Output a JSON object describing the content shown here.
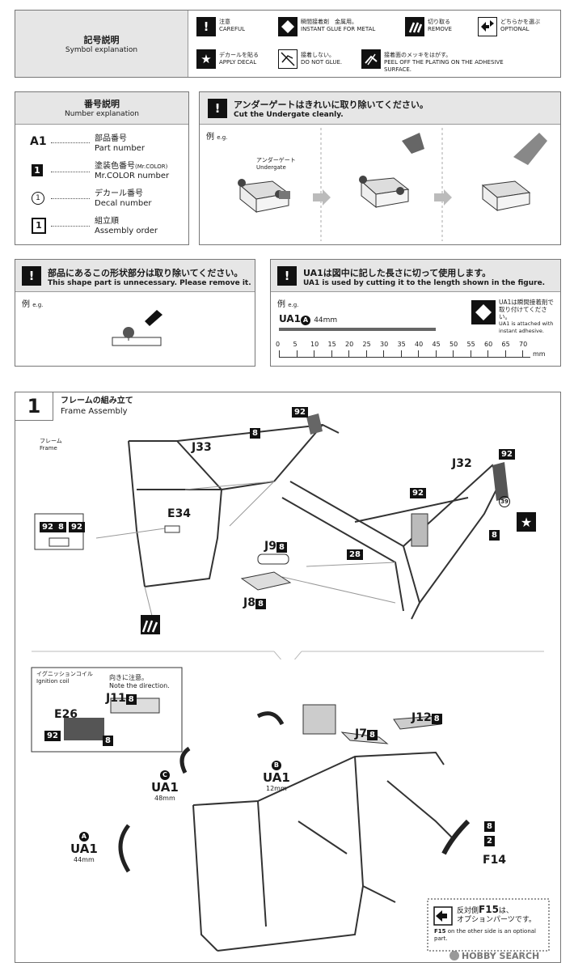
{
  "symbols": {
    "title_jp": "記号説明",
    "title_en": "Symbol explanation",
    "items": [
      {
        "icon": "exclamation-icon",
        "jp": "注意",
        "en": "CAREFUL"
      },
      {
        "icon": "diamond-glue-icon",
        "jp": "瞬間接着剤　金属用。",
        "en": "INSTANT GLUE FOR METAL"
      },
      {
        "icon": "remove-icon",
        "jp": "切り取る",
        "en": "REMOVE"
      },
      {
        "icon": "optional-arrows-icon",
        "jp": "どちらかを選ぶ",
        "en": "OPTIONAL"
      },
      {
        "icon": "star-icon",
        "jp": "デカールを貼る",
        "en": "APPLY DECAL"
      },
      {
        "icon": "no-glue-icon",
        "jp": "接着しない。",
        "en": "DO NOT GLUE."
      },
      {
        "icon": "peel-plating-icon",
        "jp": "接着面のメッキをはがす。",
        "en": "PEEL OFF THE PLATING ON THE ADHESIVE SURFACE."
      }
    ]
  },
  "numbers": {
    "title_jp": "番号説明",
    "title_en": "Number explanation",
    "items": [
      {
        "sample": "A1",
        "jp": "部品番号",
        "en": "Part number"
      },
      {
        "sample": "1",
        "jp": "塗装色番号",
        "jp_small": "(Mr.COLOR)",
        "en": "Mr.COLOR number"
      },
      {
        "sample": "1",
        "jp": "デカール番号",
        "en": "Decal number"
      },
      {
        "sample": "1",
        "jp": "組立順",
        "en": "Assembly order"
      }
    ]
  },
  "undergate": {
    "jp": "アンダーゲートはきれいに取り除いてください。",
    "en": "Cut the Undergate cleanly.",
    "eg_jp": "例",
    "eg_en": "e.g.",
    "label_jp": "アンダーゲート",
    "label_en": "Undergate"
  },
  "unnecessary": {
    "jp": "部品にあるこの形状部分は取り除いてください。",
    "en": "This shape part is unnecessary. Please remove it.",
    "eg_jp": "例",
    "eg_en": "e.g."
  },
  "ua1": {
    "jp": "UA1は図中に記した長さに切って使用します。",
    "en": "UA1 is used by cutting it to the length shown in the figure.",
    "eg_jp": "例",
    "eg_en": "e.g.",
    "part": "UA1",
    "part_letter": "A",
    "length": "44mm",
    "note_jp": "UA1は瞬間接着剤で取り付けてください。",
    "note_en": "UA1 is attached with instant adhesive.",
    "ruler_ticks": [
      "0",
      "5",
      "10",
      "15",
      "20",
      "25",
      "30",
      "35",
      "40",
      "45",
      "50",
      "55",
      "60",
      "65",
      "70"
    ],
    "ruler_unit": "mm"
  },
  "step1": {
    "number": "1",
    "title_jp": "フレームの組み立て",
    "title_en": "Frame Assembly",
    "frame_jp": "フレーム",
    "frame_en": "Frame",
    "parts": {
      "j33": "J33",
      "j32": "J32",
      "e34": "E34",
      "j9": "J9",
      "j8": "J8",
      "num8": "8",
      "num92": "92",
      "num28": "28",
      "decal39": "39"
    }
  },
  "step1b": {
    "ign_jp": "イグニッションコイル",
    "ign_en": "Ignition coil",
    "dir_jp": "向きに注意。",
    "dir_en": "Note the direction.",
    "j11": "J11",
    "e26": "E26",
    "j7": "J7",
    "j12": "J12",
    "f14": "F14",
    "num2": "2",
    "ua1_c": {
      "letter": "C",
      "name": "UA1",
      "len": "48mm"
    },
    "ua1_b": {
      "letter": "B",
      "name": "UA1",
      "len": "12mm"
    },
    "ua1_a": {
      "letter": "A",
      "name": "UA1",
      "len": "44mm"
    },
    "opt_jp1": "反対側",
    "opt_part": "F15",
    "opt_jp2": "は、",
    "opt_jp3": "オプションパーツです。",
    "opt_en_part": "F15",
    "opt_en": "on the other side is an optional part."
  },
  "watermark": "HOBBY SEARCH"
}
